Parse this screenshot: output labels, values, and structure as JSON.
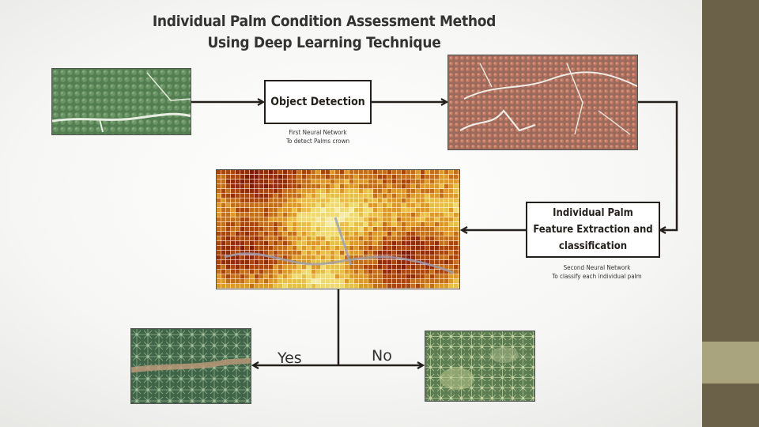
{
  "title": {
    "line1": "Individual Palm Condition Assessment Method",
    "line2": "Using Deep Learning Technique"
  },
  "steps": {
    "detection": {
      "label": "Object Detection",
      "caption_line1": "First Neural  Network",
      "caption_line2": "To detect Palms crown"
    },
    "classification": {
      "label_line1": "Individual Palm",
      "label_line2": "Feature Extraction and",
      "label_line3": "classification",
      "caption_line1": "Second Neural Network",
      "caption_line2": "To classify each individual  palm"
    }
  },
  "branches": {
    "yes": "Yes",
    "no": "No"
  },
  "images": {
    "input": "aerial-palm-plantation-image",
    "detected": "detected-palm-crowns-image",
    "classified": "classified-palm-condition-map",
    "healthy": "healthy-palms-image",
    "unhealthy": "unhealthy-palms-image"
  },
  "colors": {
    "sidebar": "#6b6048",
    "sidebar_accent": "#a9a37e",
    "arrow": "#231f1a"
  }
}
